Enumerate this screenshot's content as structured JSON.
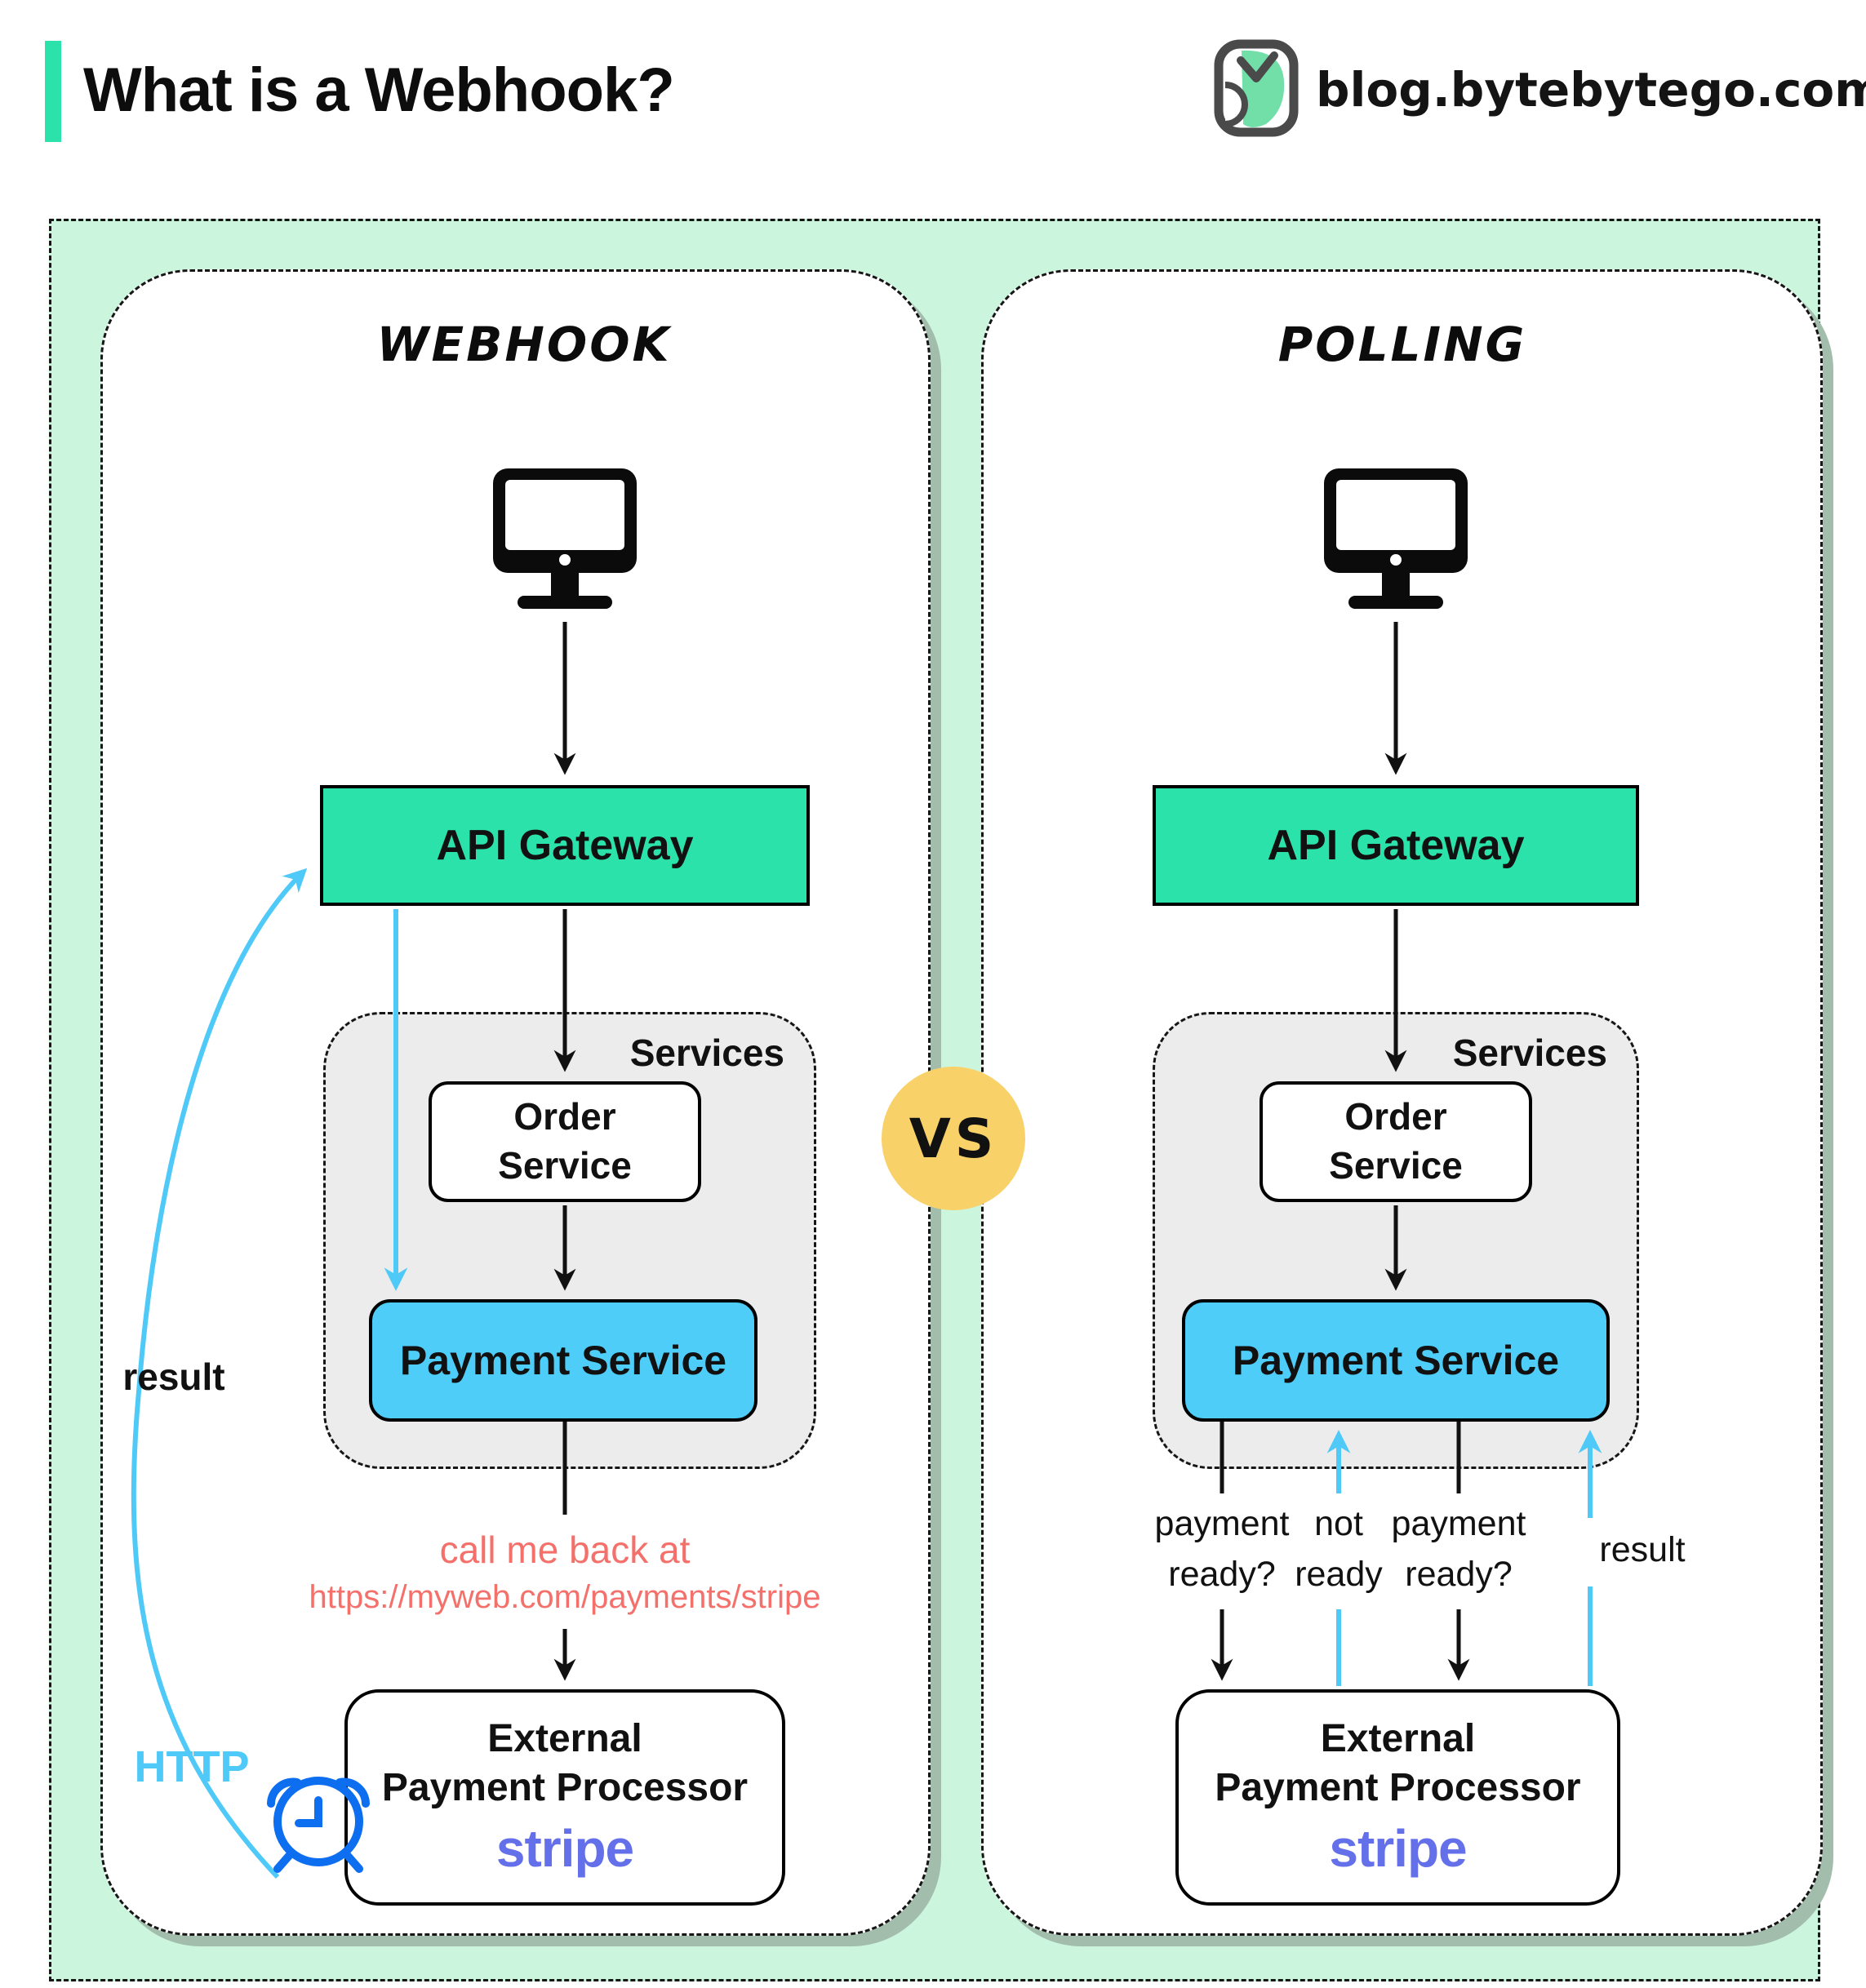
{
  "header": {
    "title": "What is a Webhook?",
    "site": "blog.bytebytego.com"
  },
  "vs_label": "VS",
  "colors": {
    "accent_teal": "#2be3aa",
    "payment_blue": "#4ecdf8",
    "arrow_blue": "#4fc9f7",
    "vs_yellow": "#f9d169",
    "note_red": "#f4706b",
    "stripe_purple": "#6370e9",
    "clock_blue": "#0e6ef0",
    "mint_background": "#cbf6dd"
  },
  "webhook": {
    "title": "Webhook",
    "api_gateway": "API Gateway",
    "services_label": "Services",
    "order_service_line1": "Order",
    "order_service_line2": "Service",
    "payment_service": "Payment Service",
    "callback_note_line1": "call me back at",
    "callback_note_line2": "https://myweb.com/payments/stripe",
    "external_line1": "External",
    "external_line2": "Payment Processor",
    "external_brand": "stripe",
    "result_label": "result",
    "http_label": "HTTP"
  },
  "polling": {
    "title": "Polling",
    "api_gateway": "API Gateway",
    "services_label": "Services",
    "order_service_line1": "Order",
    "order_service_line2": "Service",
    "payment_service": "Payment Service",
    "flow_labels": {
      "q1_line1": "payment",
      "q1_line2": "ready?",
      "a1_line1": "not",
      "a1_line2": "ready",
      "q2_line1": "payment",
      "q2_line2": "ready?",
      "result": "result"
    },
    "external_line1": "External",
    "external_line2": "Payment Processor",
    "external_brand": "stripe"
  }
}
